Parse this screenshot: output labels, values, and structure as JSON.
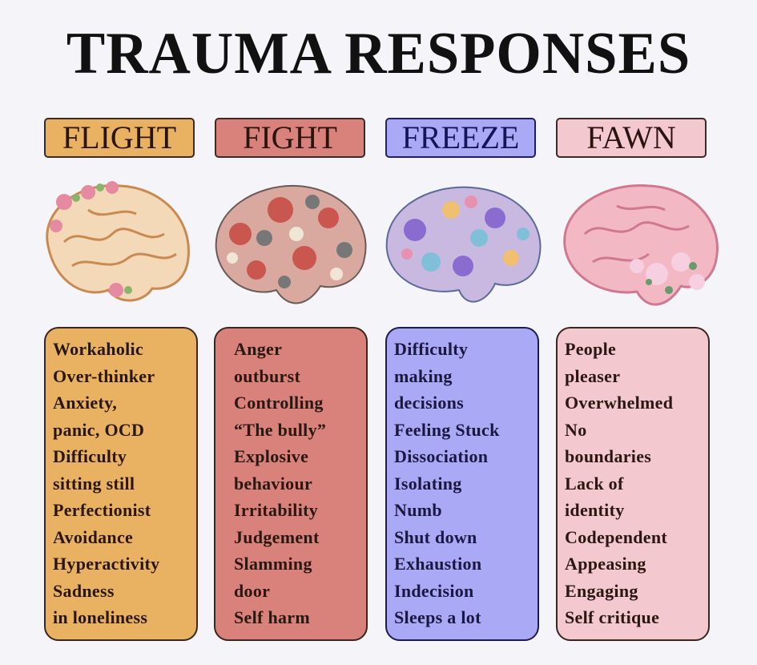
{
  "title": "TRAUMA RESPONSES",
  "colors": {
    "flight": "#e9b262",
    "fight": "#d9827b",
    "freeze": "#aaa9f6",
    "fawn": "#f3c8ce",
    "background": "#f5f4f8"
  },
  "columns": [
    {
      "label": "FLIGHT",
      "items": [
        "Workaholic",
        "Over-thinker",
        "Anxiety,",
        "panic, OCD",
        "Difficulty",
        "sitting still",
        "Perfectionist",
        "Avoidance",
        "Hyperactivity",
        "Sadness",
        "in loneliness"
      ]
    },
    {
      "label": "FIGHT",
      "items": [
        "Anger",
        "outburst",
        "Controlling",
        "“The bully”",
        "Explosive",
        "behaviour",
        "Irritability",
        "Judgement",
        "Slamming",
        "door",
        "Self harm"
      ]
    },
    {
      "label": "FREEZE",
      "items": [
        "Difficulty",
        "making",
        "decisions",
        "Feeling Stuck",
        "Dissociation",
        "Isolating",
        "Numb",
        "Shut down",
        "Exhaustion",
        "Indecision",
        "Sleeps a lot"
      ]
    },
    {
      "label": "FAWN",
      "items": [
        "People",
        "pleaser",
        "Overwhelmed",
        "No",
        "boundaries",
        "Lack of",
        "identity",
        "Codependent",
        "Appeasing",
        "Engaging",
        "Self critique"
      ]
    }
  ]
}
